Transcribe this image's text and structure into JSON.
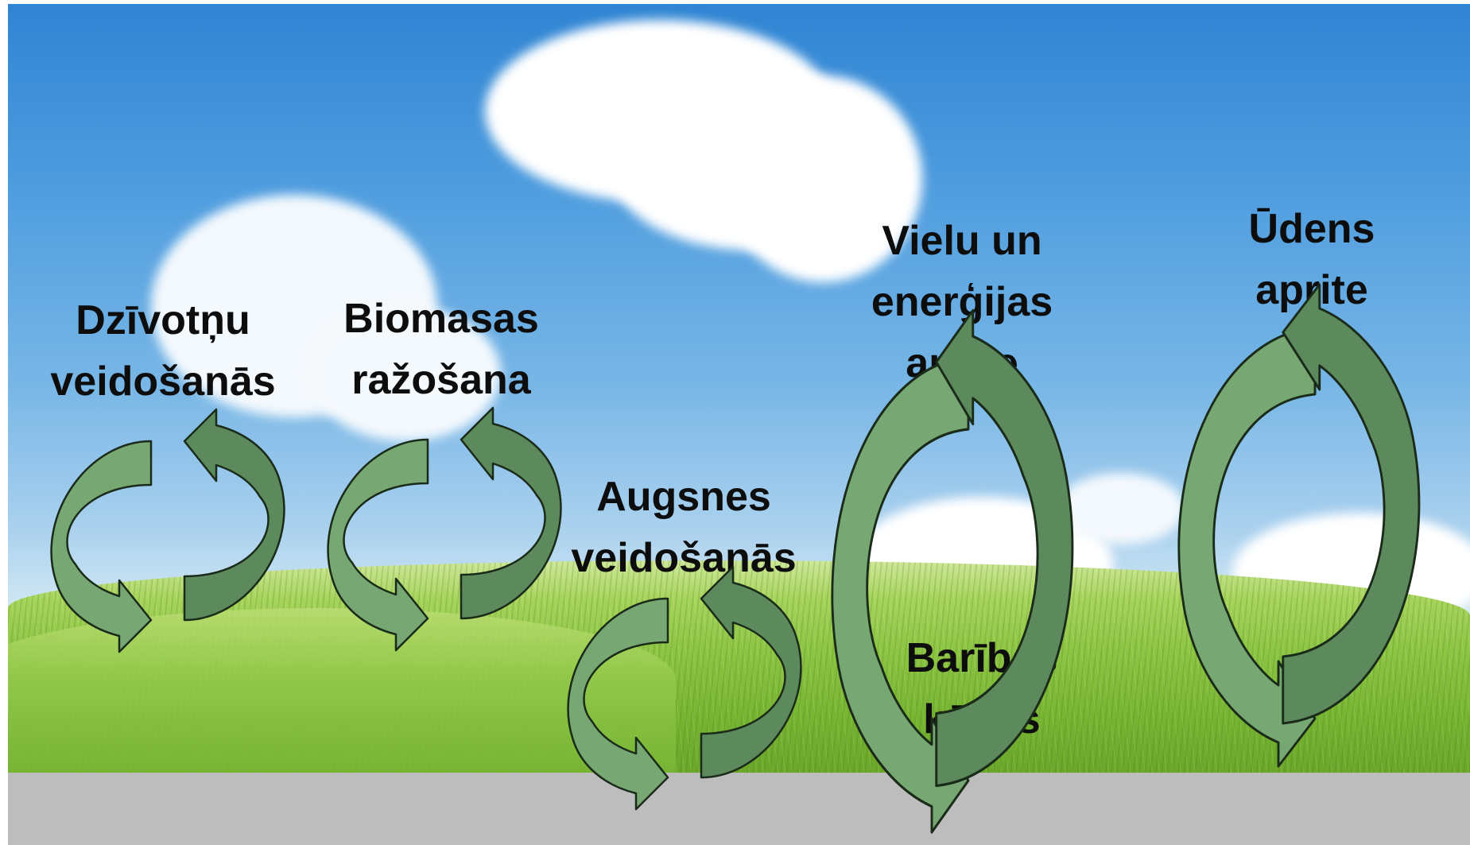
{
  "labels": {
    "habitat": [
      "Dzīvotņu",
      "veidošanās"
    ],
    "biomass": [
      "Biomasas",
      "ražošana"
    ],
    "soil": [
      "Augsnes",
      "veidošanās"
    ],
    "matter_energy": [
      "Vielu un",
      "enerģijas",
      "aprite"
    ],
    "food_chains": [
      "Barības",
      "ķēdes"
    ],
    "water": [
      "Ūdens",
      "aprite"
    ]
  },
  "icons": {
    "cycle": "cycle-arrows-icon",
    "long_cycle": "long-cycle-arrows-icon"
  },
  "colors": {
    "arrow_light": "#77a873",
    "arrow_dark": "#5d8a5c",
    "ground": "#bdbdbd",
    "sky_top": "#2f84d3",
    "grass": "#8fc646"
  }
}
